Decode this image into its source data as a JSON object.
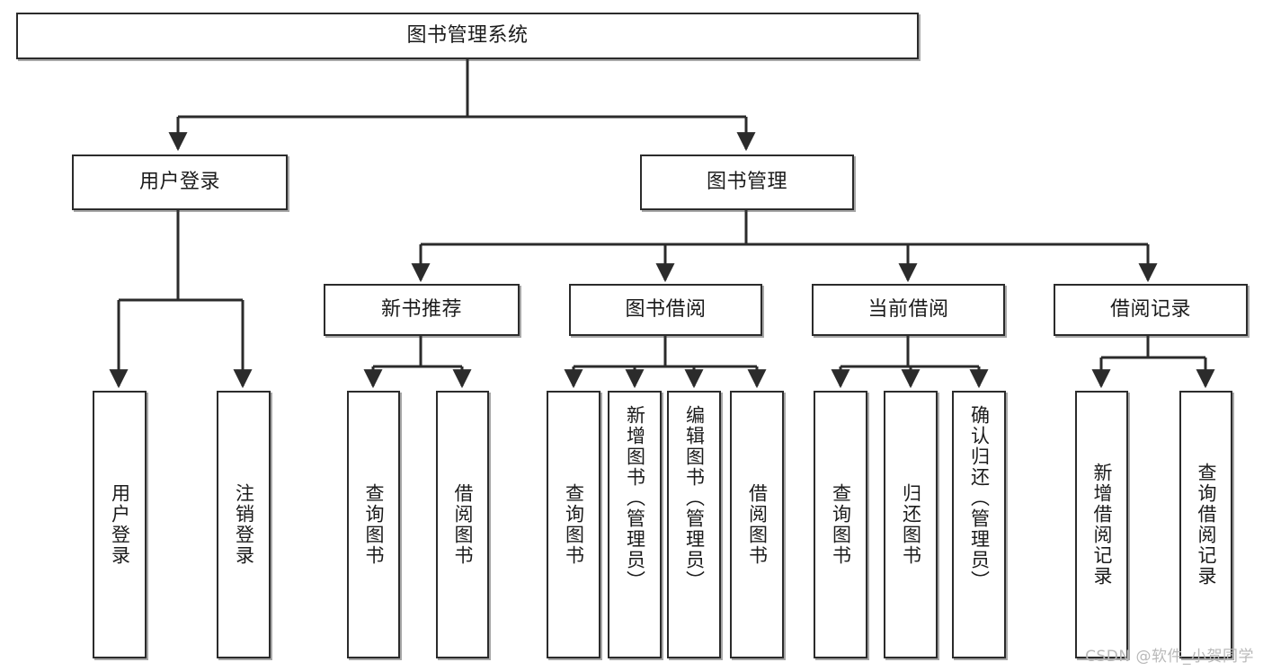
{
  "diagram": {
    "title": "图书管理系统",
    "type": "tree-hierarchy-diagram",
    "watermark": "CSDN @软件_小贺同学",
    "colors": {
      "stroke": "#2b2b2b",
      "fill": "#ffffff",
      "text": "#1b1b1b",
      "watermark": "#b9b9b9"
    }
  },
  "nodes": {
    "root": {
      "label": "图书管理系统"
    },
    "level1": [
      {
        "label": "用户登录"
      },
      {
        "label": "图书管理"
      }
    ],
    "level2": [
      {
        "label": "新书推荐"
      },
      {
        "label": "图书借阅"
      },
      {
        "label": "当前借阅"
      },
      {
        "label": "借阅记录"
      }
    ],
    "leaves": {
      "user_login": [
        {
          "label": "用户登录"
        },
        {
          "label": "注销登录"
        }
      ],
      "new_book_rec": [
        {
          "label": "查询图书"
        },
        {
          "label": "借阅图书"
        }
      ],
      "book_borrow": [
        {
          "label": "查询图书"
        },
        {
          "label": "新增图书（管理员）"
        },
        {
          "label": "编辑图书（管理员）"
        },
        {
          "label": "借阅图书"
        }
      ],
      "current_borrow": [
        {
          "label": "查询图书"
        },
        {
          "label": "归还图书"
        },
        {
          "label": "确认归还（管理员）"
        }
      ],
      "borrow_record": [
        {
          "label": "新增借阅记录"
        },
        {
          "label": "查询借阅记录"
        }
      ]
    }
  }
}
